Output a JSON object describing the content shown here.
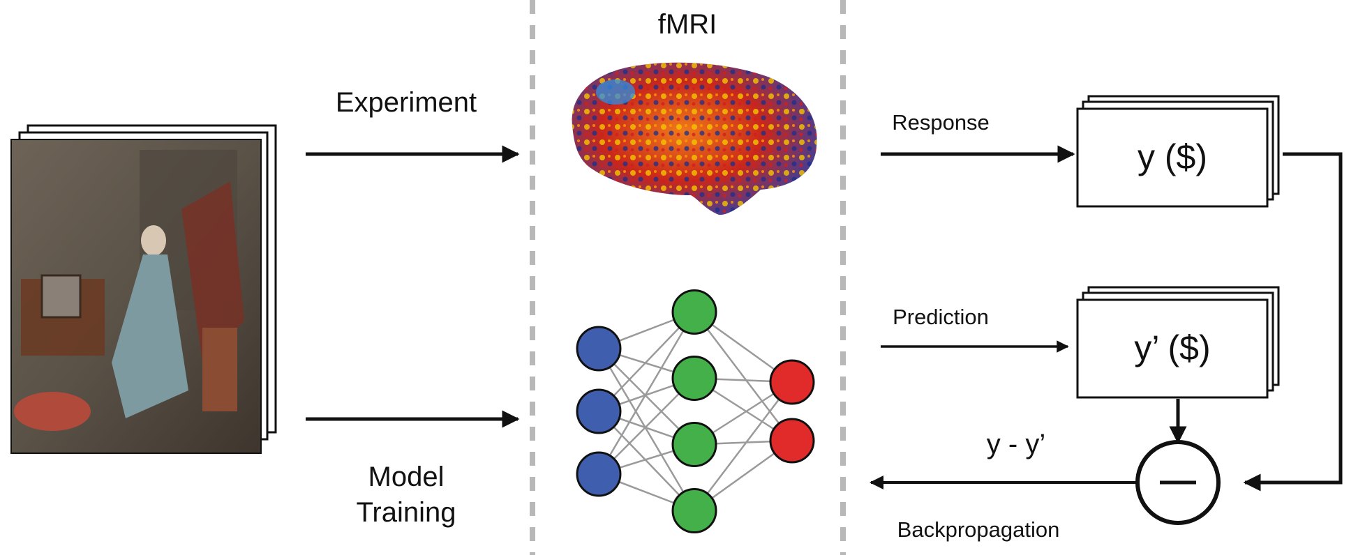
{
  "labels": {
    "fmri": "fMRI",
    "experiment": "Experiment",
    "model_line1": "Model",
    "model_line2": "Training",
    "response": "Response",
    "prediction": "Prediction",
    "y_box": "y ($)",
    "y_pred_box": "y’ ($)",
    "difference": "y - y’",
    "backprop": "Backpropagation"
  },
  "network": {
    "layers": [
      3,
      4,
      2
    ],
    "colors": [
      "#3f5fae",
      "#43b04a",
      "#e12a2a"
    ]
  },
  "colors": {
    "arrow": "#111111",
    "divider": "#b8b8b8"
  }
}
